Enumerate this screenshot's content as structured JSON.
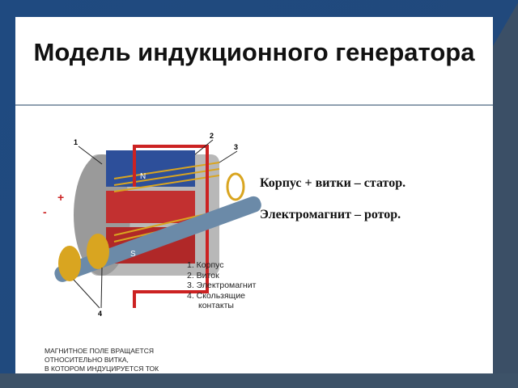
{
  "slide": {
    "title": "Модель индукционного генератора",
    "statements": [
      "Корпус + витки – статор.",
      "Электромагнит – ротор."
    ],
    "figure": {
      "callouts": [
        "1",
        "2",
        "3",
        "4"
      ],
      "polarity": [
        "+",
        "-"
      ],
      "poles": [
        "N",
        "S"
      ],
      "legend": [
        "1. Корпус",
        "2. Виток",
        "3. Электромагнит",
        "4. Скользящие",
        "контакты"
      ],
      "caption": [
        "Магнитное поле вращается",
        "относительно витка,",
        "в котором индуцируется ток"
      ]
    }
  }
}
